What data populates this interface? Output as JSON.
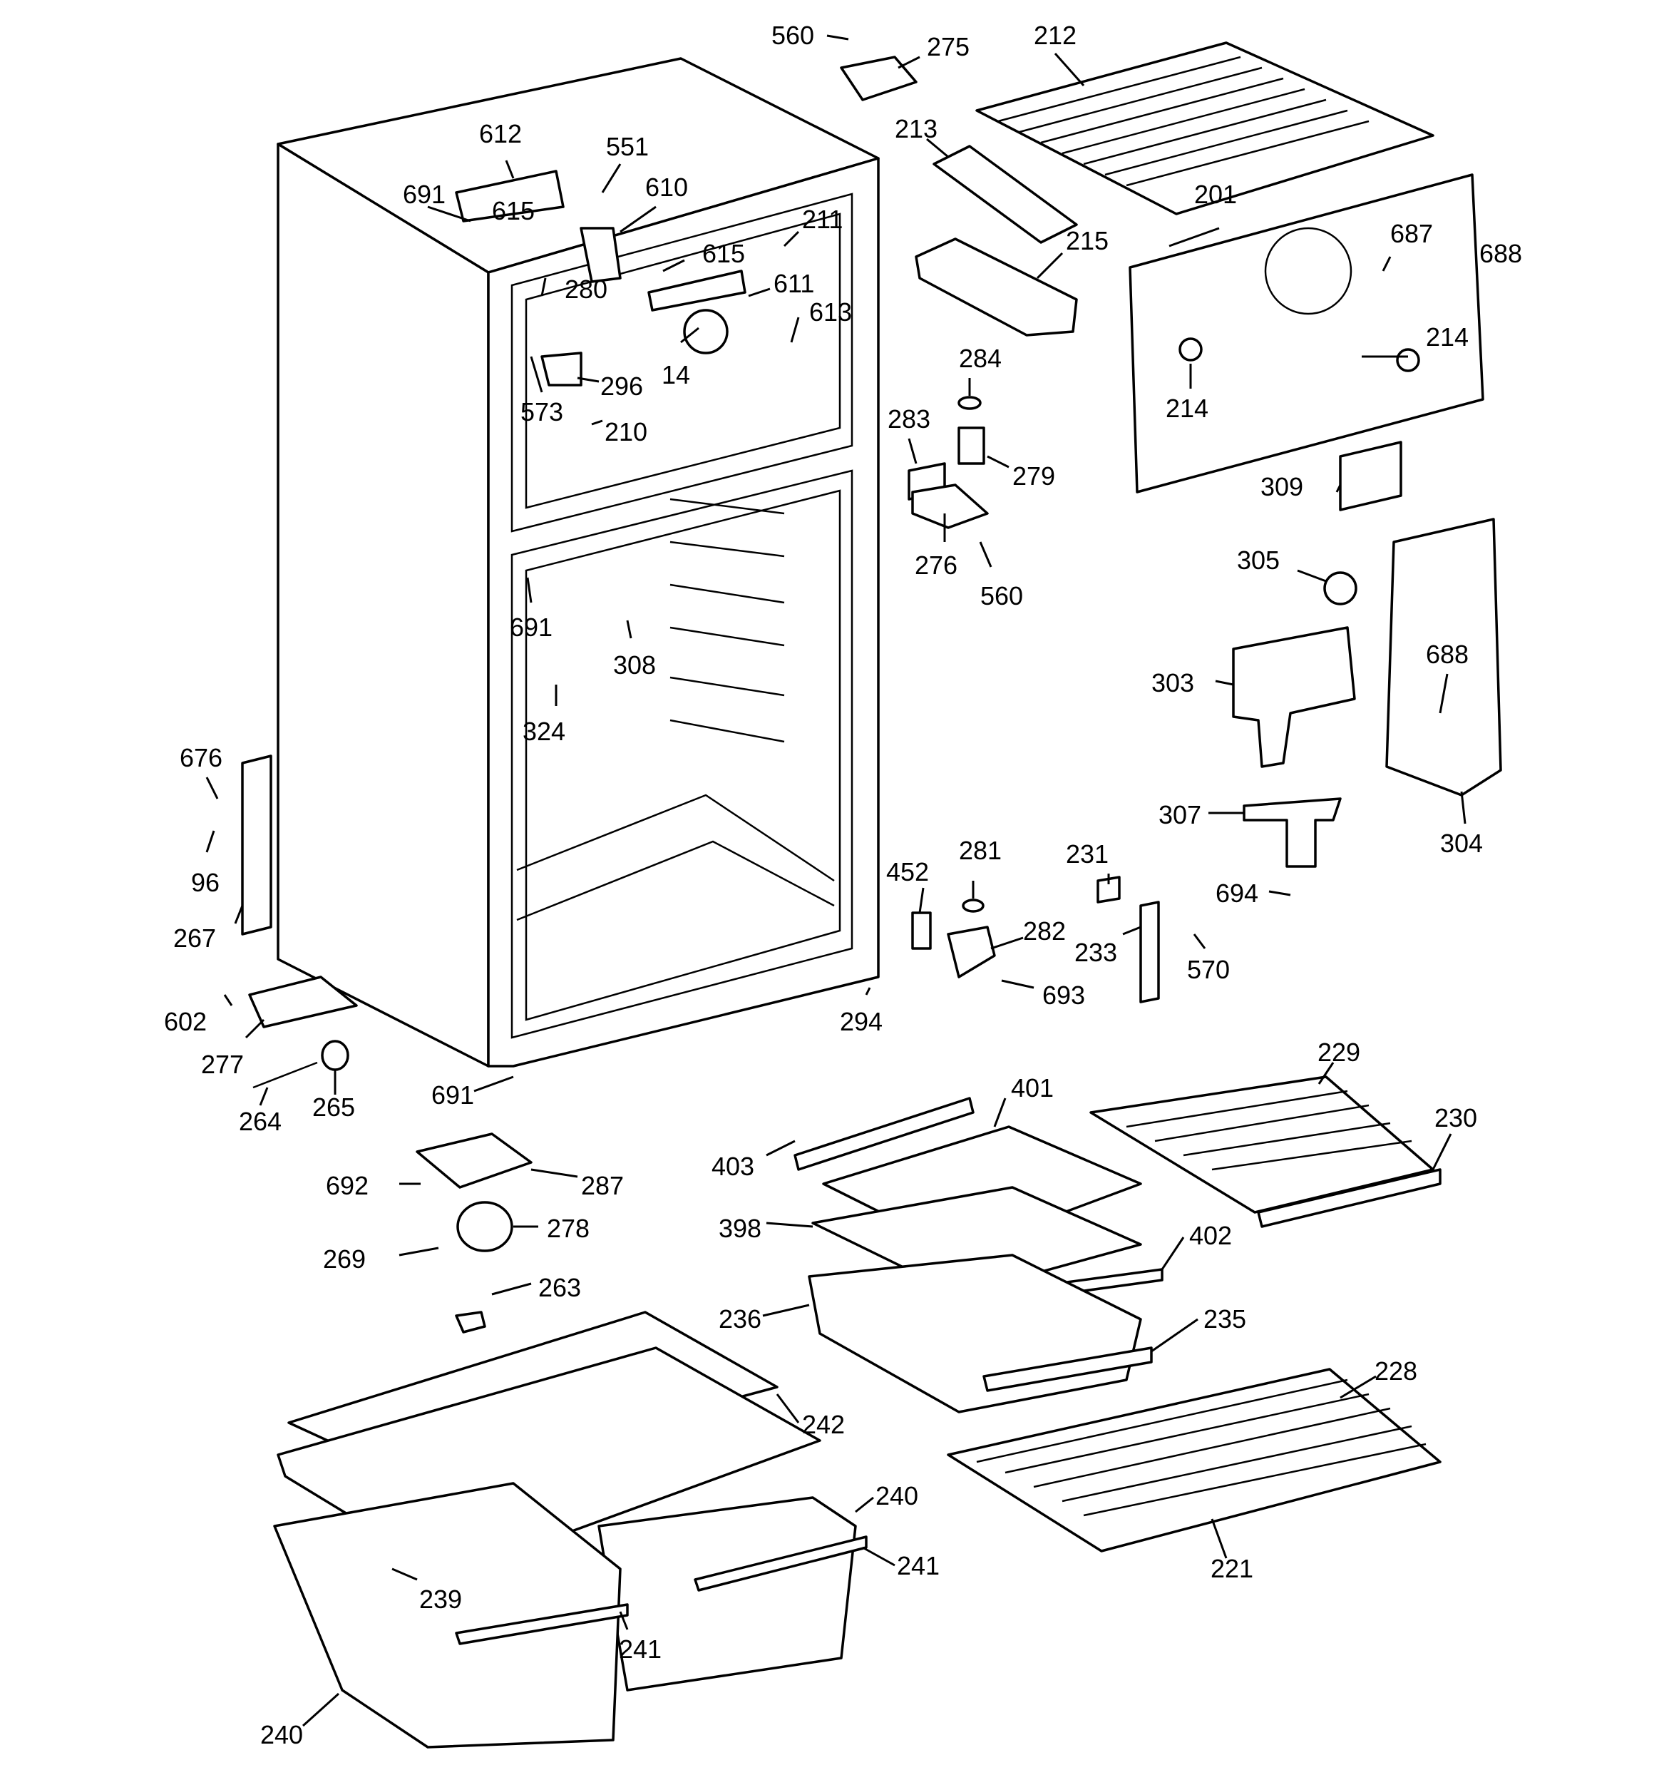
{
  "labels": [
    "560",
    "275",
    "212",
    "213",
    "612",
    "551",
    "610",
    "691",
    "615",
    "211",
    "615",
    "611",
    "280",
    "613",
    "14",
    "296",
    "573",
    "210",
    "215",
    "201",
    "687",
    "688",
    "214",
    "214",
    "284",
    "279",
    "283",
    "276",
    "560",
    "309",
    "305",
    "303",
    "688",
    "304",
    "307",
    "694",
    "691",
    "308",
    "324",
    "676",
    "96",
    "267",
    "452",
    "281",
    "282",
    "693",
    "231",
    "233",
    "570",
    "294",
    "602",
    "277",
    "264",
    "265",
    "691",
    "287",
    "692",
    "278",
    "269",
    "263",
    "403",
    "401",
    "229",
    "230",
    "398",
    "402",
    "236",
    "235",
    "228",
    "221",
    "242",
    "240",
    "241",
    "239",
    "241",
    "240"
  ]
}
